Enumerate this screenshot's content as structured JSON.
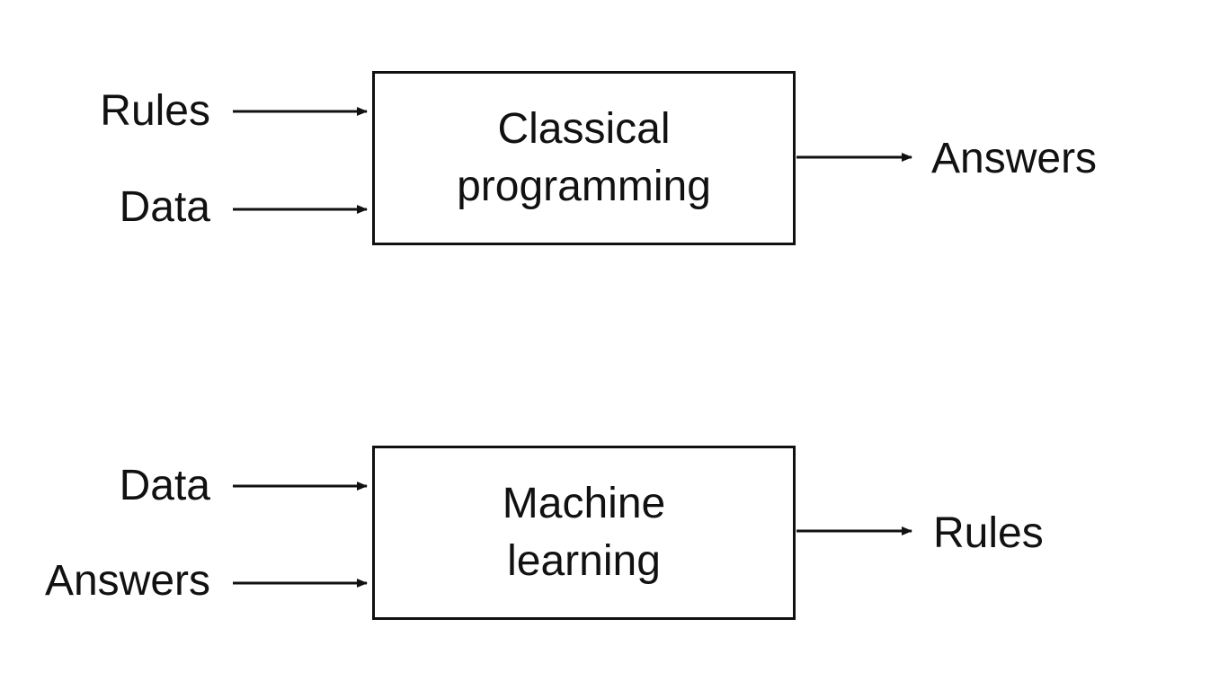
{
  "diagram": {
    "classical": {
      "title_line1": "Classical",
      "title_line2": "programming",
      "inputs": [
        "Rules",
        "Data"
      ],
      "output": "Answers"
    },
    "machine_learning": {
      "title_line1": "Machine",
      "title_line2": "learning",
      "inputs": [
        "Data",
        "Answers"
      ],
      "output": "Rules"
    }
  },
  "colors": {
    "stroke": "#111111",
    "background": "#ffffff"
  }
}
